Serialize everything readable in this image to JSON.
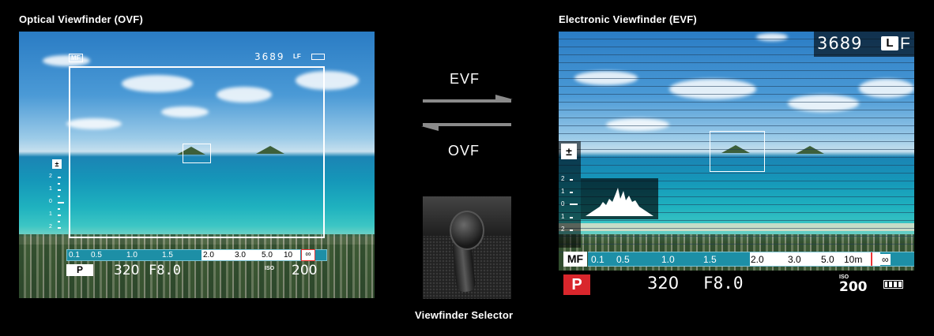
{
  "captions": {
    "ovf": "Optical Viewfinder (OVF)",
    "evf": "Electronic Viewfinder (EVF)",
    "selector": "Viewfinder Selector"
  },
  "center": {
    "to_evf_label": "EVF",
    "to_ovf_label": "OVF"
  },
  "ovf": {
    "focus_mode": "MF",
    "shots_remaining": "3689",
    "image_quality": "LF",
    "exposure_comp_icon": "±",
    "exposure_scale": [
      "2",
      "1",
      "0",
      "1",
      "2"
    ],
    "distance_scale": [
      "0.1",
      "0.5",
      "1.0",
      "1.5",
      "2.0",
      "3.0",
      "5.0",
      "10",
      "∞"
    ],
    "shooting_mode": "P",
    "shutter_speed": "320",
    "aperture": "F8.0",
    "iso_label": "ISO",
    "iso": "200"
  },
  "evf": {
    "shots_remaining": "3689",
    "image_quality_badge": "L",
    "image_quality_suffix": "F",
    "exposure_comp_icon": "±",
    "exposure_scale": [
      "2",
      "1",
      "0",
      "1",
      "2"
    ],
    "focus_mode": "MF",
    "distance_scale": [
      "0.1",
      "0.5",
      "1.0",
      "1.5",
      "2.0",
      "3.0",
      "5.0",
      "10m",
      "∞"
    ],
    "shooting_mode": "P",
    "shutter_speed": "320",
    "aperture": "F8.0",
    "iso_label": "ISO",
    "iso": "200"
  },
  "icons": {
    "battery": "battery-icon",
    "exposure_comp": "exposure-compensation-icon",
    "histogram": "histogram-icon",
    "switch_arrows": "swap-arrows-icon"
  },
  "colors": {
    "background": "#000000",
    "mode_badge_evf": "#d9262c",
    "distance_scale": "#1d8fa6",
    "arrow": "#8a8a8a"
  }
}
